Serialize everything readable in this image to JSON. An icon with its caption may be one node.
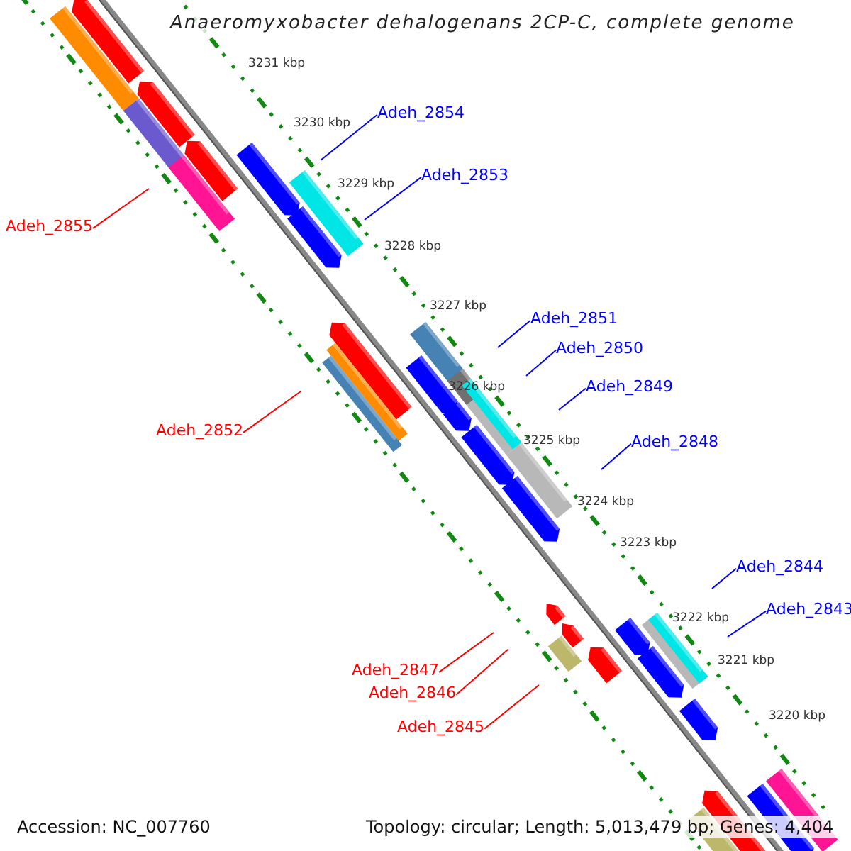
{
  "diagram": {
    "title": "Anaeromyxobacter dehalogenans 2CP-C, complete genome",
    "nodes": [
      {
        "text": [
          "Adeh_2854"
        ]
      },
      {
        "text": [
          "Adeh_2853"
        ]
      },
      {
        "text": [
          "Adeh_2855"
        ]
      },
      {
        "text": [
          "Adeh_2851"
        ]
      },
      {
        "text": [
          "Adeh_2850"
        ]
      },
      {
        "text": [
          "Adeh_2849"
        ]
      },
      {
        "text": [
          "Adeh_2852"
        ]
      },
      {
        "text": [
          "Adeh_2848"
        ]
      },
      {
        "text": [
          "Adeh_2844"
        ]
      },
      {
        "text": [
          "Adeh_2843"
        ]
      },
      {
        "text": [
          "Adeh_2847"
        ]
      },
      {
        "text": [
          "Adeh_2846"
        ]
      },
      {
        "text": [
          "Adeh_2845"
        ]
      }
    ],
    "edges": [
      {
        "from": 0,
        "to": null,
        "arrow": "none"
      },
      {
        "from": 1,
        "to": null,
        "arrow": "none"
      },
      {
        "from": 2,
        "to": null,
        "arrow": "none",
        "color": "#ff0000"
      },
      {
        "from": 3,
        "to": null,
        "arrow": "none"
      },
      {
        "from": 4,
        "to": null,
        "arrow": "none"
      },
      {
        "from": 5,
        "to": null,
        "arrow": "none"
      },
      {
        "from": 6,
        "to": null,
        "arrow": "none",
        "color": "#ff0000"
      },
      {
        "from": 7,
        "to": null,
        "arrow": "none"
      },
      {
        "from": 8,
        "to": null,
        "arrow": "none"
      },
      {
        "from": 9,
        "to": null,
        "arrow": "none"
      },
      {
        "from": 10,
        "to": null,
        "arrow": "none",
        "color": "#ff0000"
      },
      {
        "from": 11,
        "to": null,
        "arrow": "none",
        "color": "#ff0000"
      },
      {
        "from": 12,
        "to": null,
        "arrow": "none",
        "color": "#ff0000"
      }
    ],
    "labels": [
      "3231 kbp",
      "3230 kbp",
      "3229 kbp",
      "3228 kbp",
      "3227 kbp",
      "3226 kbp",
      "3225 kbp",
      "3224 kbp",
      "3223 kbp",
      "3222 kbp",
      "3221 kbp",
      "3220 kbp",
      "Accession: NC_007760",
      "Topology: circular; Length: 5,013,479 bp; Genes: 4,404"
    ]
  }
}
